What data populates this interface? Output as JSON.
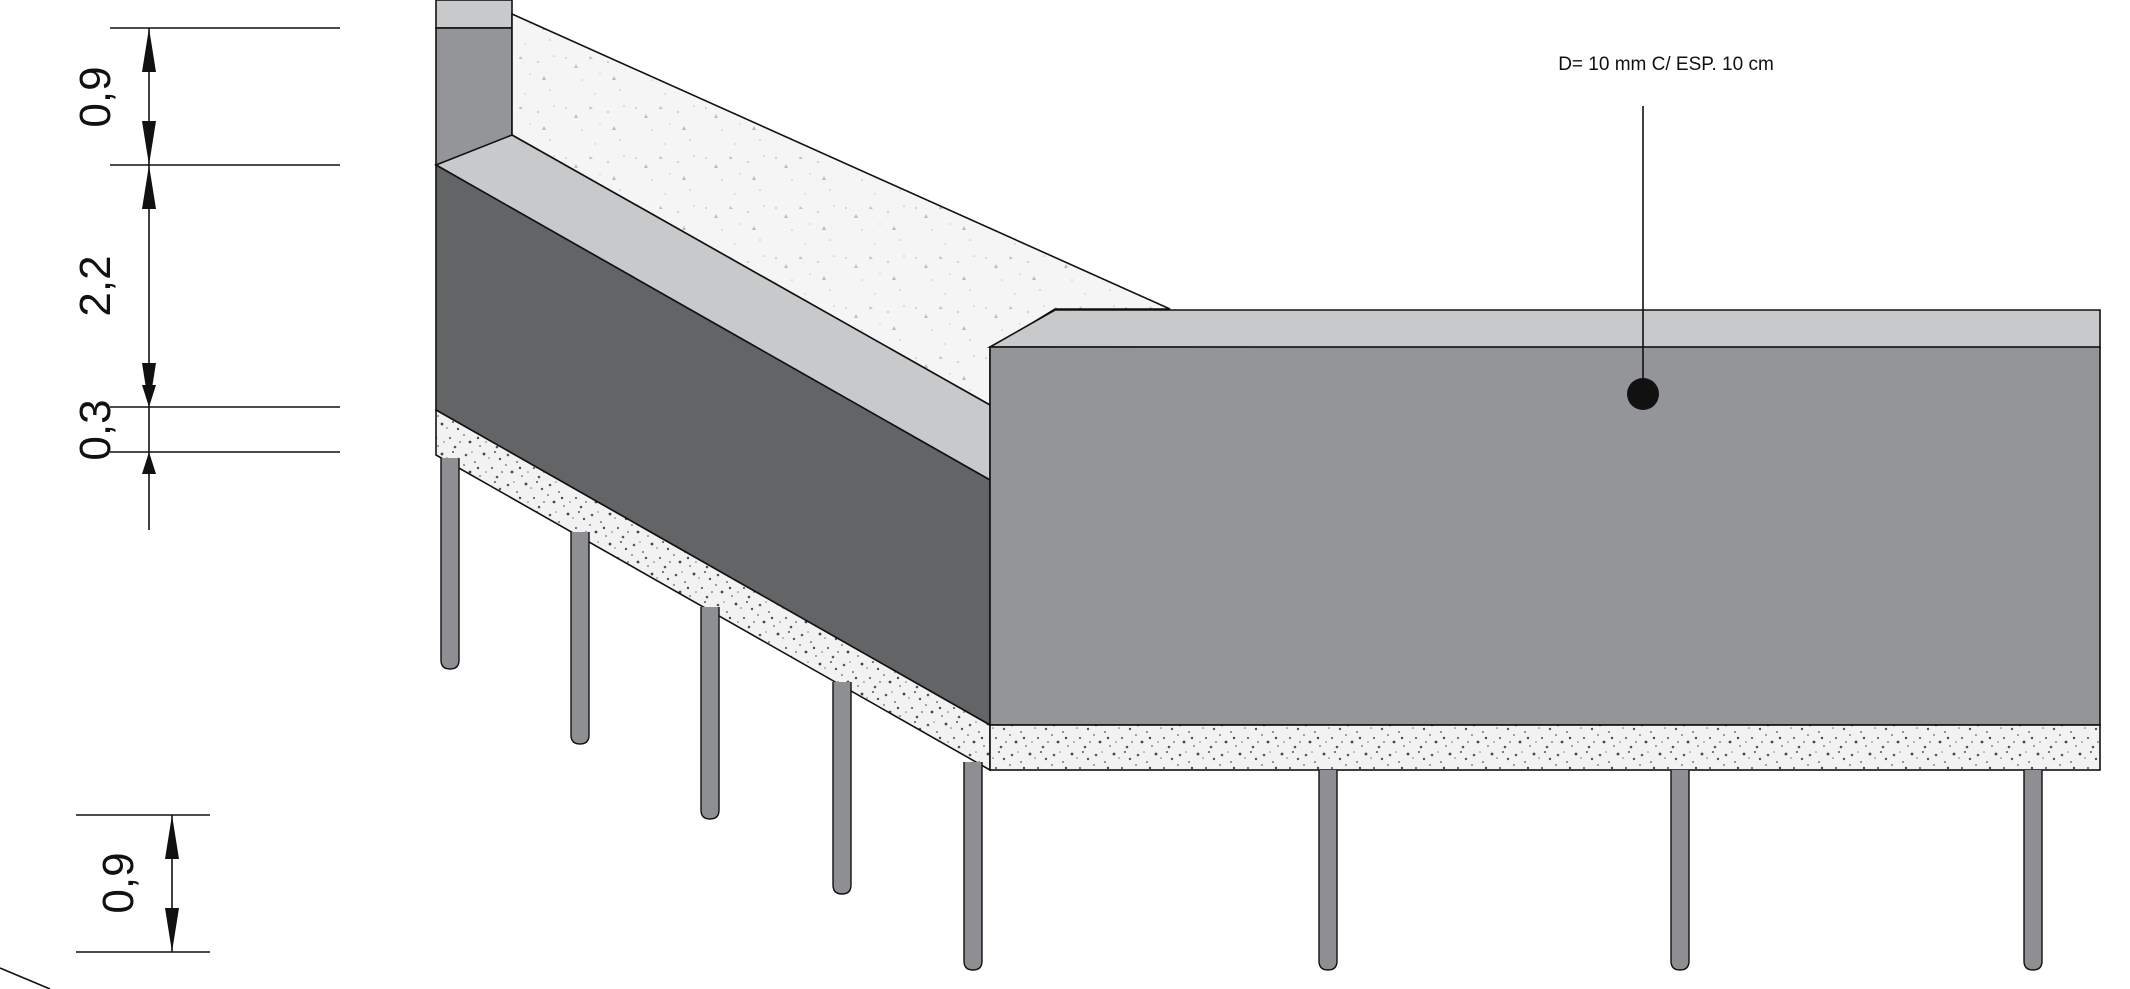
{
  "dimensions": {
    "top_height": "0,9",
    "middle_height": "2,2",
    "base_height": "0,3",
    "lower_height": "0,9"
  },
  "callout": {
    "label": "D= 10 mm C/ ESP. 10 cm"
  },
  "colors": {
    "dark_face": "#636466",
    "mid_face": "#939598",
    "light_face": "#c8c9cb",
    "rod": "#8e8f92",
    "concrete_fill": "#f4f4f4",
    "speckle": "#6a6a6a",
    "line": "#111111"
  }
}
